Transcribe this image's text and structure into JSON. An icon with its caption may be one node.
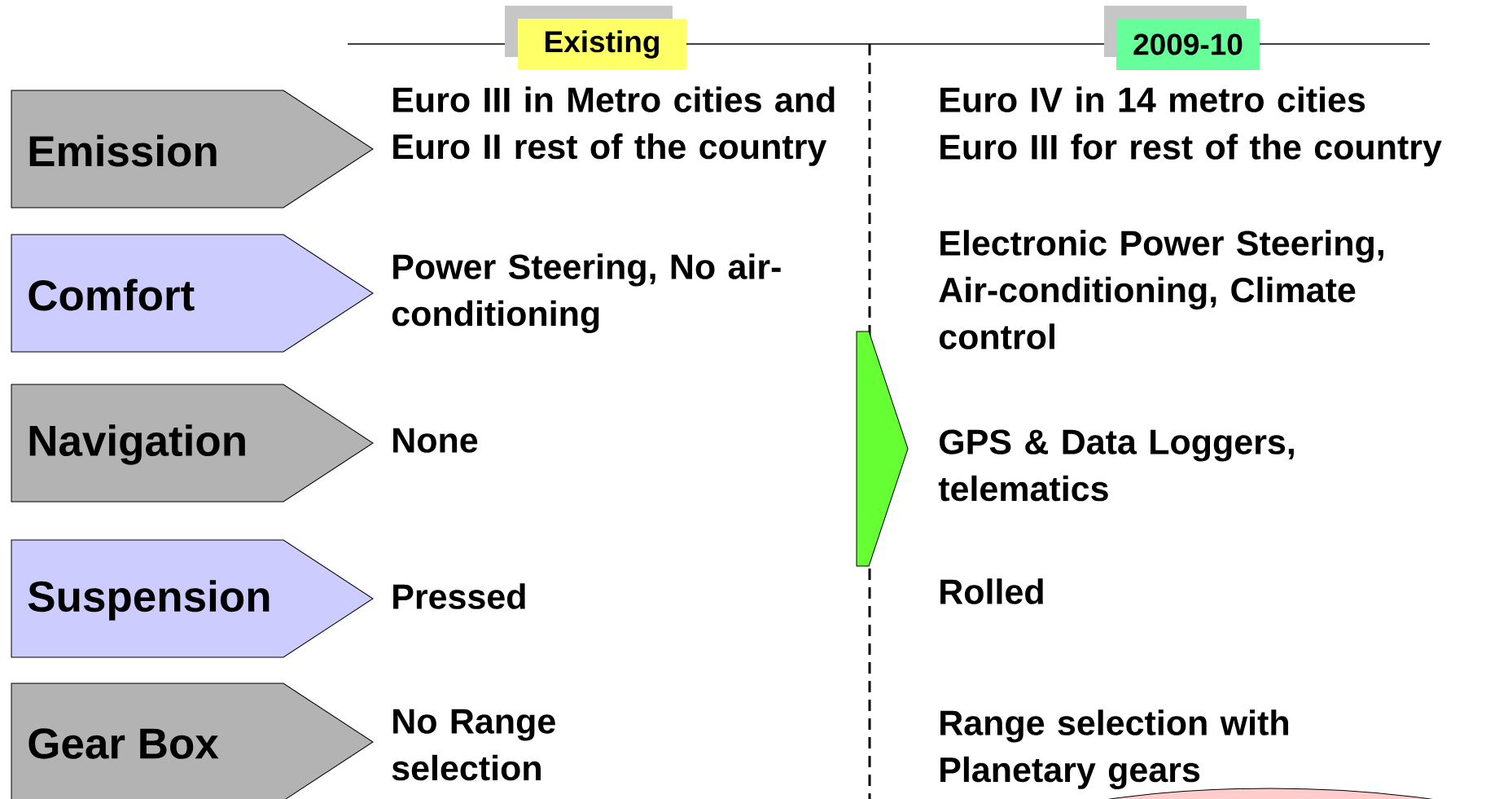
{
  "diagram": {
    "nodes": [
      {
        "text": [
          "Existing"
        ]
      },
      {
        "text": [
          "2009-10"
        ]
      },
      {
        "text": [
          "Emission"
        ]
      },
      {
        "text": [
          "Comfort"
        ]
      },
      {
        "text": [
          "Navigation"
        ]
      },
      {
        "text": [],
        "shape": "chevron"
      },
      {
        "text": [
          "Suspension"
        ]
      },
      {
        "text": [
          "Gear Box"
        ]
      },
      {
        "text": [],
        "shape": "ellipse"
      }
    ],
    "labels": [
      "Euro III in Metro cities and Euro II rest of the country",
      "Euro IV in 14 metro cities",
      "Euro III for rest of the country",
      "Power Steering, No air-conditioning",
      "Electronic Power Steering, Air-conditioning, Climate control",
      "None",
      "GPS & Data Loggers, telematics",
      "Pressed",
      "Rolled",
      "No Range selection",
      "Range selection with Planetary gears"
    ]
  }
}
